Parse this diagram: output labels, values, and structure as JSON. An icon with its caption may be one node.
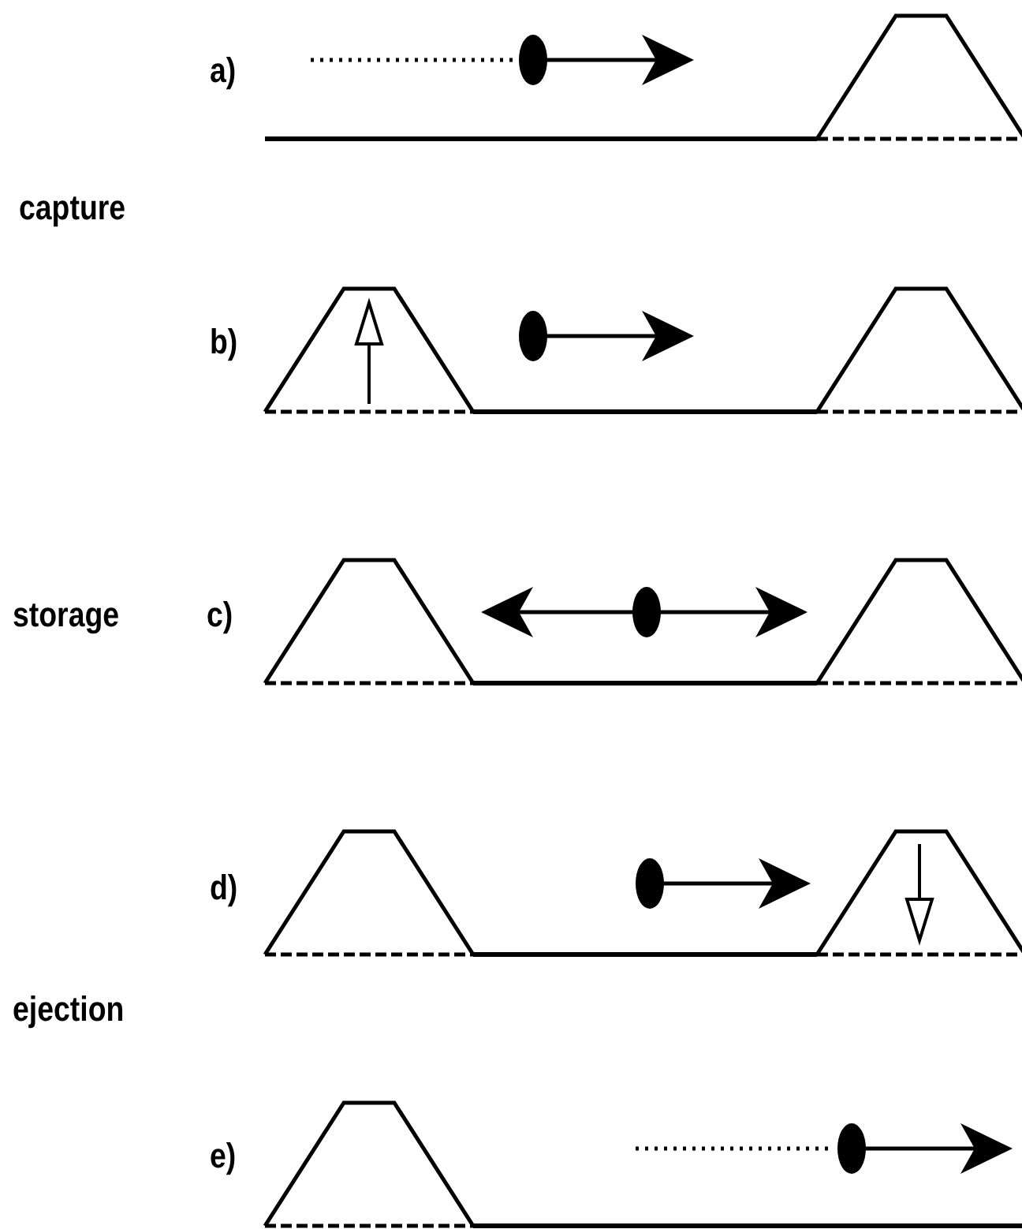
{
  "diagram": {
    "labels": [
      "a)",
      "capture",
      "b)",
      "storage",
      "c)",
      "d)",
      "ejection",
      "e)"
    ]
  }
}
